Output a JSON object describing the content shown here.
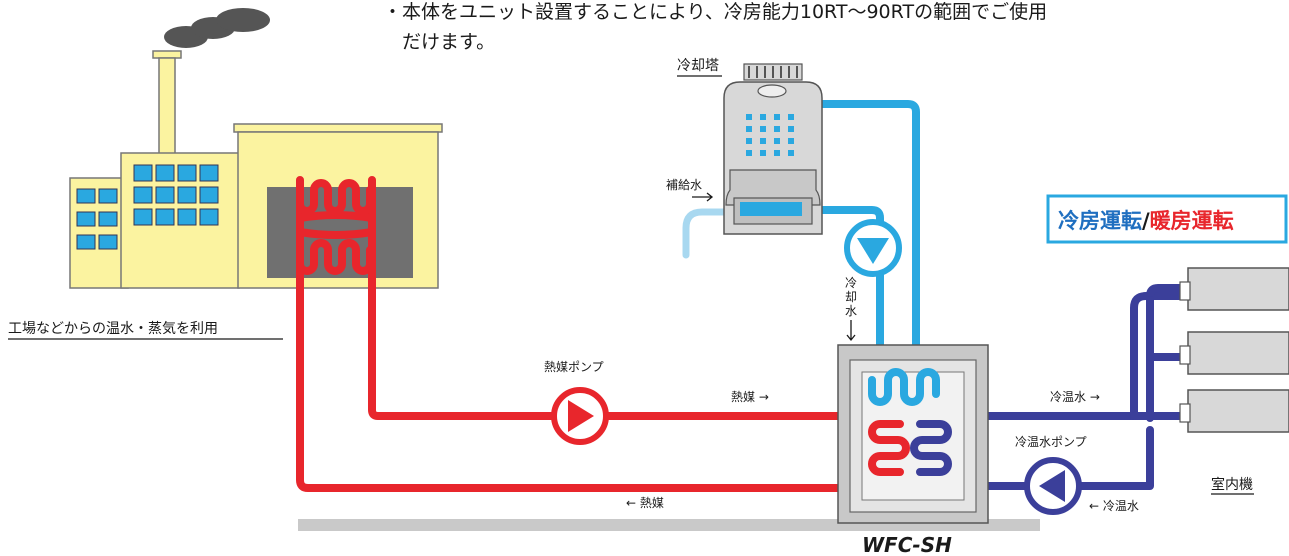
{
  "note": {
    "line1": "・本体をユニット設置することにより、冷房能力10RT〜90RTの範囲でご使用",
    "line2": "だけます。"
  },
  "labels": {
    "cooling_tower": "冷却塔",
    "makeup_water": "補給水",
    "cooling_water": [
      "冷",
      "却",
      "水"
    ],
    "factory": "工場などからの温水・蒸気を利用",
    "heat_medium_pump": "熱媒ポンプ",
    "heat_medium_supply": "熱媒 →",
    "heat_medium_return": "← 熱媒",
    "chilled_water_supply": "冷温水 →",
    "chilled_water_pump": "冷温水ポンプ",
    "chilled_water_return": "← 冷温水",
    "indoor_unit": "室内機",
    "model": "WFC-SH"
  },
  "mode_box": {
    "cooling": "冷房運転",
    "separator": "/",
    "heating": "暖房運転"
  },
  "colors": {
    "hot_pipe": "#e8262c",
    "cooling_pipe": "#2aa8e0",
    "makeup_pipe": "#a8d8f0",
    "chilled_pipe": "#3b3f9a",
    "mode_cooling": "#1f6fc0",
    "mode_heating": "#e8262c",
    "building": "#fbf3a0",
    "window": "#2aa8e0"
  }
}
